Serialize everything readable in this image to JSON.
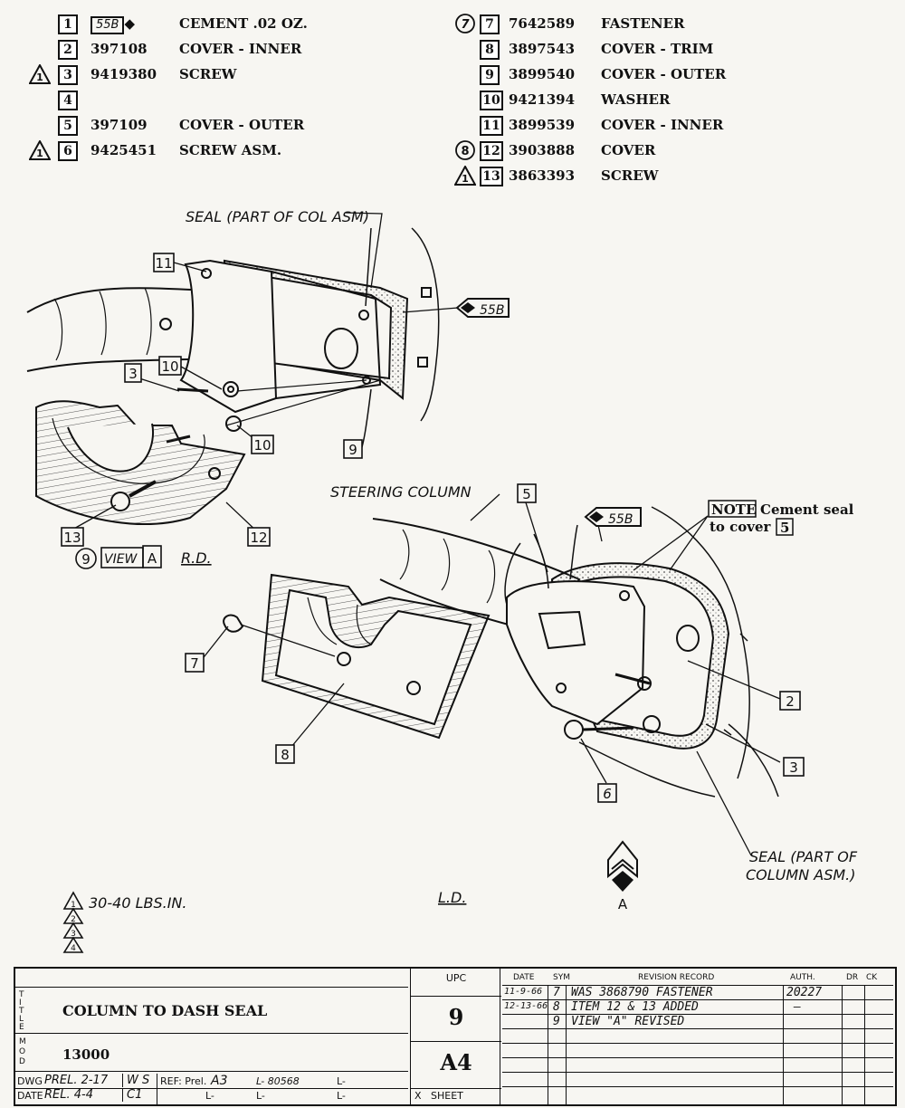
{
  "parts_list_left": [
    {
      "index": "1",
      "part_no": "",
      "tag": "55B",
      "description": "CEMENT .02 OZ.",
      "marker": ""
    },
    {
      "index": "2",
      "part_no": "397108",
      "tag": "",
      "description": "COVER - INNER",
      "marker": ""
    },
    {
      "index": "3",
      "part_no": "9419380",
      "tag": "",
      "description": "SCREW",
      "marker": "1"
    },
    {
      "index": "4",
      "part_no": "",
      "tag": "",
      "description": "",
      "marker": ""
    },
    {
      "index": "5",
      "part_no": "397109",
      "tag": "",
      "description": "COVER - OUTER",
      "marker": ""
    },
    {
      "index": "6",
      "part_no": "9425451",
      "tag": "",
      "description": "SCREW ASM.",
      "marker": "1"
    }
  ],
  "parts_list_right": [
    {
      "index": "7",
      "part_no": "7642589",
      "description": "FASTENER",
      "marker": "7"
    },
    {
      "index": "8",
      "part_no": "3897543",
      "description": "COVER - TRIM",
      "marker": ""
    },
    {
      "index": "9",
      "part_no": "3899540",
      "description": "COVER - OUTER",
      "marker": ""
    },
    {
      "index": "10",
      "part_no": "9421394",
      "description": "WASHER",
      "marker": ""
    },
    {
      "index": "11",
      "part_no": "3899539",
      "description": "COVER - INNER",
      "marker": ""
    },
    {
      "index": "12",
      "part_no": "3903888",
      "description": "COVER",
      "marker": "8"
    },
    {
      "index": "13",
      "part_no": "3863393",
      "description": "SCREW",
      "marker": "1"
    }
  ],
  "labels": {
    "seal_top": "SEAL (PART OF COL ASM)",
    "cement_tag": "55B",
    "steering_column": "STEERING COLUMN",
    "note_box": "NOTE",
    "note_text_1": "Cement seal",
    "note_text_2": "to cover",
    "note_ref": "5",
    "seal_bottom_1": "SEAL (PART OF",
    "seal_bottom_2": "COLUMN ASM.)",
    "view_circle": "9",
    "view_word": "VIEW",
    "view_letter": "A",
    "rd": "R.D.",
    "ld": "L.D.",
    "arrow_letter": "A",
    "torque_marker": "1",
    "torque_text": "30-40 LBS.IN.",
    "triangle_marks": [
      "2",
      "3",
      "4"
    ]
  },
  "callouts": [
    "11",
    "3",
    "10",
    "10",
    "9",
    "13",
    "12",
    "5",
    "7",
    "8",
    "2",
    "3",
    "6"
  ],
  "title_block": {
    "upc_header": "UPC",
    "title_side": "TITLE",
    "title": "COLUMN TO DASH SEAL",
    "mod_side": "MOD",
    "mod": "13000",
    "upc_value": "9",
    "sheet_value": "A4",
    "sheet_label": "SHEET",
    "sheet_check": "X",
    "dwg_label": "DWG",
    "date_label": "DATE",
    "dwg_prel": "PREL. 2-17",
    "date_rel": "REL. 4-4",
    "dwg_ws": "W S",
    "date_c1": "C1",
    "ref_label": "REF: Prel.",
    "ref_value": "A3",
    "l_value_1": "L- 80568",
    "l_blank": "L-",
    "rev_headers": {
      "date": "DATE",
      "sym": "SYM",
      "record": "REVISION RECORD",
      "auth": "AUTH.",
      "dr": "DR",
      "ck": "CK"
    },
    "revisions": [
      {
        "date": "11-9-66",
        "sym": "7",
        "record": "WAS 3868790 FASTENER",
        "auth": "20227"
      },
      {
        "date": "12-13-66",
        "sym": "8",
        "record": "ITEM 12 & 13 ADDED",
        "auth": "—"
      },
      {
        "date": "",
        "sym": "9",
        "record": "VIEW \"A\" REVISED",
        "auth": ""
      }
    ]
  }
}
